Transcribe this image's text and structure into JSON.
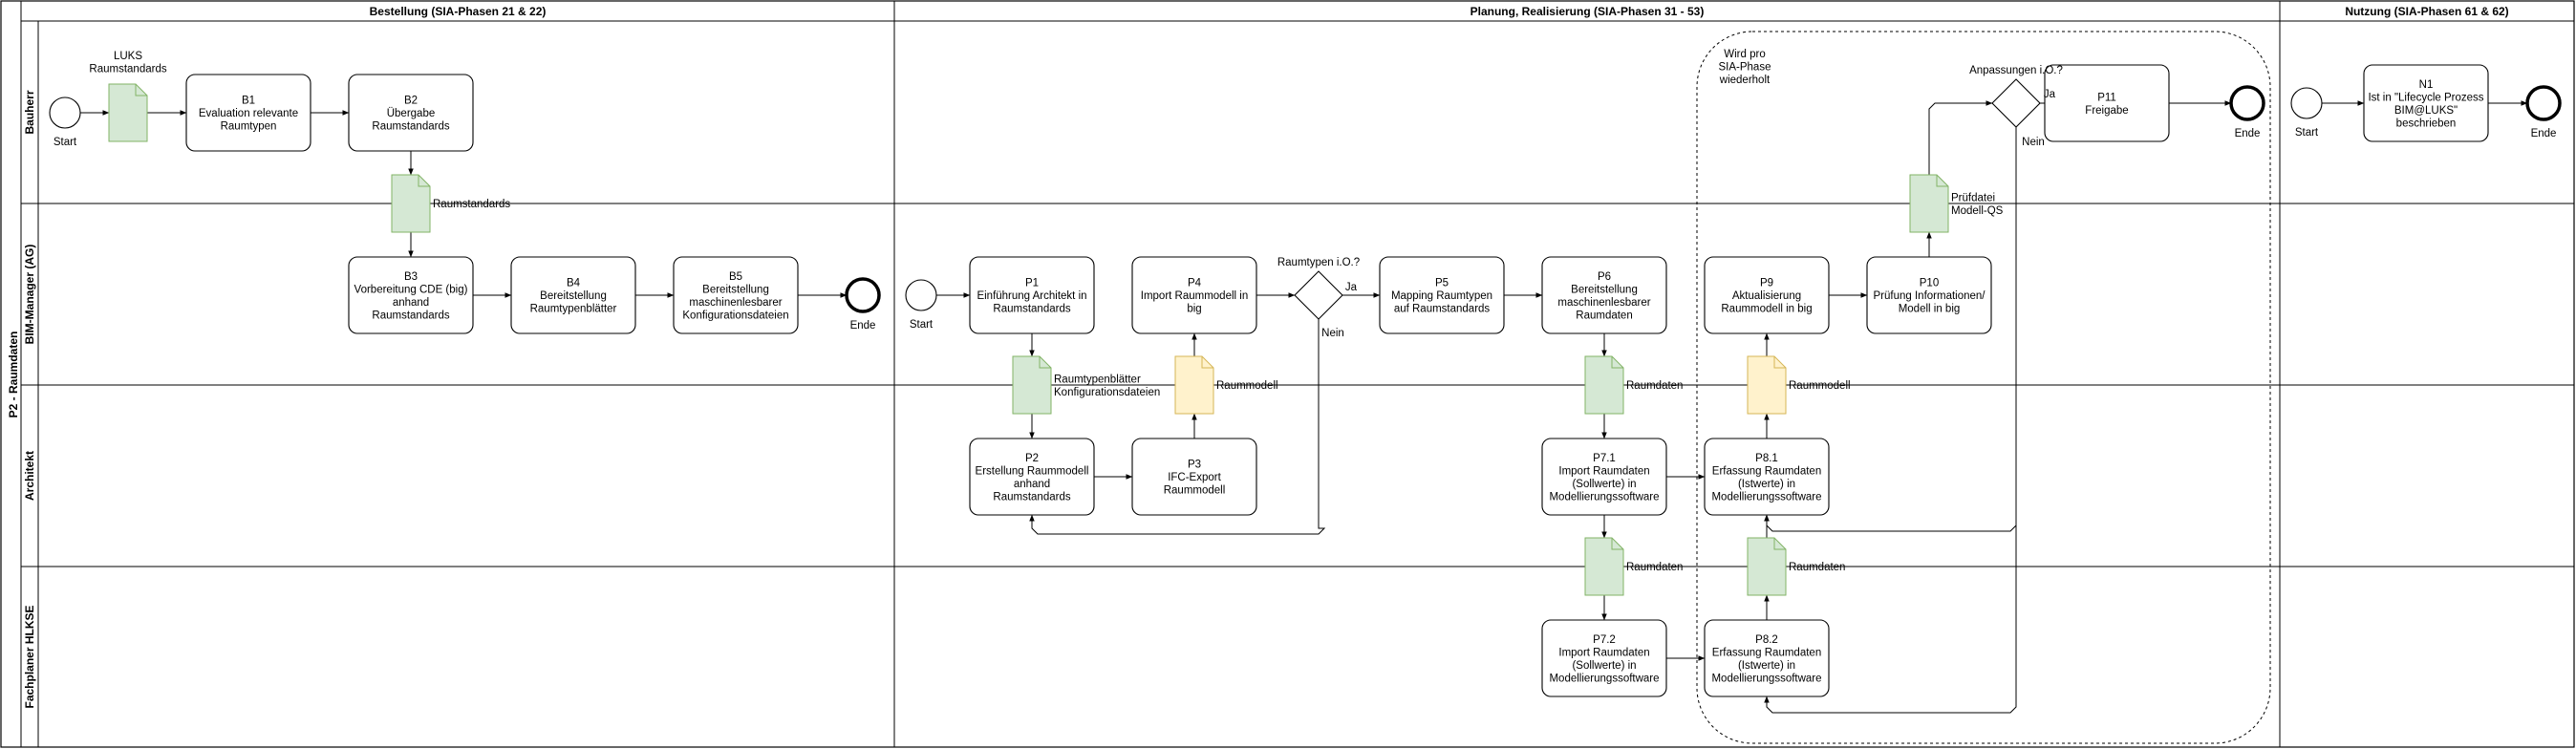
{
  "pool": {
    "label": "P2 - Raumdaten"
  },
  "phases": [
    {
      "label": "Bestellung (SIA-Phasen 21 & 22)"
    },
    {
      "label": "Planung, Realisierung (SIA-Phasen 31 - 53)"
    },
    {
      "label": "Nutzung (SIA-Phasen 61 & 62)"
    }
  ],
  "lanes": [
    {
      "label": "Bauherr"
    },
    {
      "label": "BIM-Manager (AG)"
    },
    {
      "label": "Architekt"
    },
    {
      "label": "Fachplaner HLKSE"
    }
  ],
  "colors": {
    "doc_green": "#d5e8d4",
    "doc_green_stroke": "#82b366",
    "doc_yellow": "#fff2cc",
    "doc_yellow_stroke": "#d6b656",
    "line": "#000000"
  },
  "tasks": {
    "B1": {
      "lines": [
        "B1",
        "Evaluation relevante",
        "Raumtypen"
      ]
    },
    "B2": {
      "lines": [
        "B2",
        "Übergabe",
        "Raumstandards"
      ]
    },
    "B3": {
      "lines": [
        "B3",
        "Vorbereitung CDE (big)",
        "anhand",
        "Raumstandards"
      ]
    },
    "B4": {
      "lines": [
        "B4",
        "Bereitstellung",
        "Raumtypenblätter"
      ]
    },
    "B5": {
      "lines": [
        "B5",
        "Bereitstellung",
        "maschinenlesbarer",
        "Konfigurationsdateien"
      ]
    },
    "P1": {
      "lines": [
        "P1",
        "Einführung Architekt in",
        "Raumstandards"
      ]
    },
    "P2": {
      "lines": [
        "P2",
        "Erstellung Raummodell",
        "anhand",
        "Raumstandards"
      ]
    },
    "P3": {
      "lines": [
        "P3",
        "IFC-Export",
        "Raummodell"
      ]
    },
    "P4": {
      "lines": [
        "P4",
        "Import Raummodell in",
        "big"
      ]
    },
    "P5": {
      "lines": [
        "P5",
        "Mapping Raumtypen",
        "auf Raumstandards"
      ]
    },
    "P6": {
      "lines": [
        "P6",
        "Bereitstellung",
        "maschinenlesbarer",
        "Raumdaten"
      ]
    },
    "P71": {
      "lines": [
        "P7.1",
        "Import Raumdaten",
        "(Sollwerte) in",
        "Modellierungssoftware"
      ]
    },
    "P72": {
      "lines": [
        "P7.2",
        "Import Raumdaten",
        "(Sollwerte) in",
        "Modellierungssoftware"
      ]
    },
    "P81": {
      "lines": [
        "P8.1",
        "Erfassung Raumdaten",
        "(Istwerte) in",
        "Modellierungssoftware"
      ]
    },
    "P82": {
      "lines": [
        "P8.2",
        "Erfassung Raumdaten",
        "(Istwerte) in",
        "Modellierungssoftware"
      ]
    },
    "P9": {
      "lines": [
        "P9",
        "Aktualisierung",
        "Raummodell in big"
      ]
    },
    "P10": {
      "lines": [
        "P10",
        "Prüfung Informationen/",
        "Modell in big"
      ]
    },
    "P11": {
      "lines": [
        "P11",
        "Freigabe"
      ]
    },
    "N1": {
      "lines": [
        "N1",
        "Ist in \"Lifecycle Prozess",
        "BIM@LUKS\"",
        "beschrieben"
      ]
    }
  },
  "documents": {
    "luks": {
      "lines": [
        "LUKS",
        "Raumstandards"
      ]
    },
    "rs": {
      "lines": [
        "Raumstandards"
      ]
    },
    "rtb": {
      "lines": [
        "Raumtypenblätter",
        "Konfigurationsdateien"
      ]
    },
    "rm1": {
      "lines": [
        "Raummodell"
      ]
    },
    "rd1": {
      "lines": [
        "Raumdaten"
      ]
    },
    "rm2": {
      "lines": [
        "Raummodell"
      ]
    },
    "rd2": {
      "lines": [
        "Raumdaten"
      ]
    },
    "rd3": {
      "lines": [
        "Raumdaten"
      ]
    },
    "pd": {
      "lines": [
        "Prüfdatei",
        "Modell-QS"
      ]
    }
  },
  "events": {
    "start1": "Start",
    "start2": "Start",
    "start3": "Start",
    "end1": "Ende",
    "end2": "Ende",
    "end3": "Ende"
  },
  "gateways": {
    "g1": {
      "label": "Raumtypen i.O.?",
      "yes": "Ja",
      "no": "Nein"
    },
    "g2": {
      "label": "Anpassungen i.O.?",
      "yes": "Ja",
      "no": "Nein"
    }
  },
  "loop": {
    "lines": [
      "Wird pro",
      "SIA-Phase",
      "wiederholt"
    ]
  }
}
